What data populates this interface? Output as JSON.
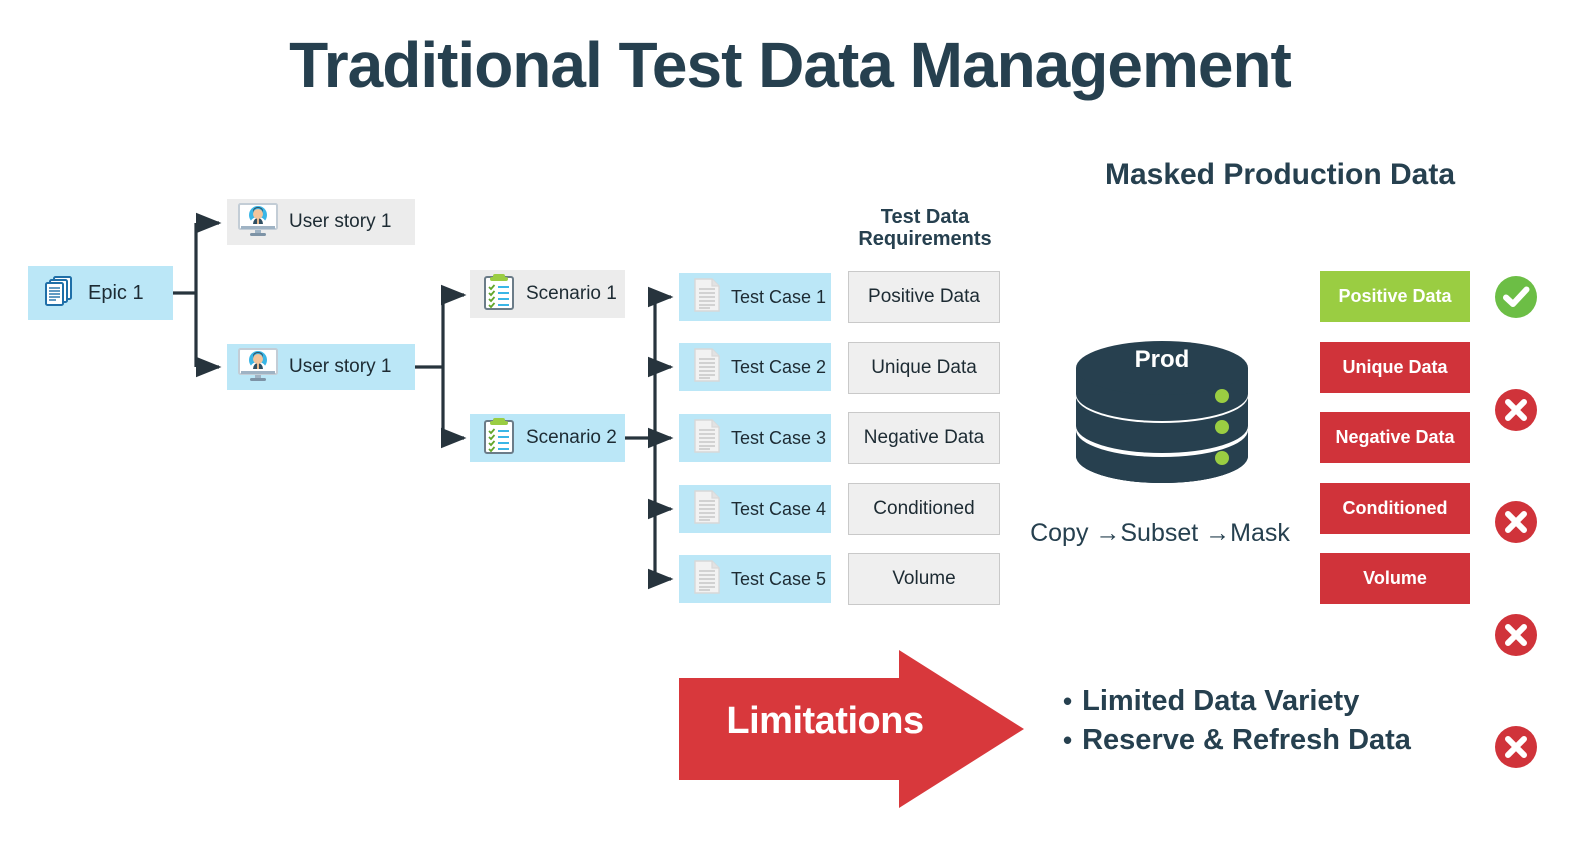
{
  "title": "Traditional Test Data Management",
  "colors": {
    "navy": "#26404f",
    "light_blue": "#bbe7f7",
    "grey": "#ececec",
    "green": "#9acd42",
    "red": "#d0333a",
    "badge_green": "#6cbe45"
  },
  "tree": {
    "epic": {
      "label": "Epic 1",
      "icon": "documents-stack-icon",
      "fill": "blue"
    },
    "user_stories": [
      {
        "label": "User story 1",
        "icon": "monitor-user-icon",
        "fill": "grey"
      },
      {
        "label": "User story 1",
        "icon": "monitor-user-icon",
        "fill": "blue"
      }
    ],
    "scenarios": [
      {
        "label": "Scenario 1",
        "icon": "clipboard-checklist-icon",
        "fill": "grey"
      },
      {
        "label": "Scenario 2",
        "icon": "clipboard-checklist-icon",
        "fill": "blue"
      }
    ],
    "test_cases": [
      {
        "label": "Test Case 1",
        "icon": "document-lines-icon",
        "fill": "blue"
      },
      {
        "label": "Test Case 2",
        "icon": "document-lines-icon",
        "fill": "blue"
      },
      {
        "label": "Test Case 3",
        "icon": "document-lines-icon",
        "fill": "blue"
      },
      {
        "label": "Test Case 4",
        "icon": "document-lines-icon",
        "fill": "blue"
      },
      {
        "label": "Test Case 5",
        "icon": "document-lines-icon",
        "fill": "blue"
      }
    ]
  },
  "test_data_requirements": {
    "heading": "Test Data\nRequirements",
    "heading_line1": "Test Data",
    "heading_line2": "Requirements",
    "items": [
      {
        "label": "Positive Data"
      },
      {
        "label": "Unique Data"
      },
      {
        "label": "Negative Data"
      },
      {
        "label": "Conditioned"
      },
      {
        "label": "Volume"
      }
    ]
  },
  "masked_production": {
    "heading": "Masked Production Data",
    "database": {
      "label": "Prod",
      "icon": "database-cylinder-icon",
      "indicator_count": 3
    },
    "caption": "Copy →Subset →Mask",
    "results": [
      {
        "label": "Positive Data",
        "color": "green",
        "status": "ok",
        "status_icon": "check-circle-icon"
      },
      {
        "label": "Unique Data",
        "color": "red",
        "status": "no",
        "status_icon": "x-circle-icon"
      },
      {
        "label": "Negative Data",
        "color": "red",
        "status": "no",
        "status_icon": "x-circle-icon"
      },
      {
        "label": "Conditioned",
        "color": "red",
        "status": "no",
        "status_icon": "x-circle-icon"
      },
      {
        "label": "Volume",
        "color": "red",
        "status": "no",
        "status_icon": "x-circle-icon"
      }
    ]
  },
  "limitations": {
    "arrow_label": "Limitations",
    "bullet_marker": "•",
    "items": [
      "Limited Data Variety",
      "Reserve & Refresh Data"
    ]
  }
}
